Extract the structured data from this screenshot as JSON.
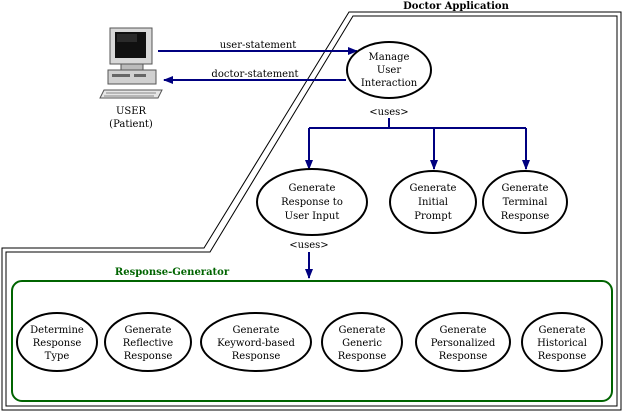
{
  "boundary": {
    "title": "Doctor Application"
  },
  "actor": {
    "line1": "USER",
    "line2": "(Patient)",
    "icon": "computer-icon"
  },
  "flows": {
    "user_statement": "user-statement",
    "doctor_statement": "doctor-statement"
  },
  "uses_labels": {
    "top": "<uses>",
    "lower": "<uses>"
  },
  "group": {
    "title": "Response-Generator"
  },
  "nodes": {
    "manage": [
      "Manage",
      "User",
      "Interaction"
    ],
    "gen_input": [
      "Generate",
      "Response to",
      "User Input"
    ],
    "gen_initial": [
      "Generate",
      "Initial",
      "Prompt"
    ],
    "gen_terminal": [
      "Generate",
      "Terminal",
      "Response"
    ],
    "determine": [
      "Determine",
      "Response",
      "Type"
    ],
    "reflective": [
      "Generate",
      "Reflective",
      "Response"
    ],
    "keyword": [
      "Generate",
      "Keyword-based",
      "Response"
    ],
    "generic": [
      "Generate",
      "Generic",
      "Response"
    ],
    "personalized": [
      "Generate",
      "Personalized",
      "Response"
    ],
    "historical": [
      "Generate",
      "Historical",
      "Response"
    ]
  },
  "colors": {
    "arrow": "#000080",
    "group_border": "#006400",
    "group_title": "#006400"
  }
}
